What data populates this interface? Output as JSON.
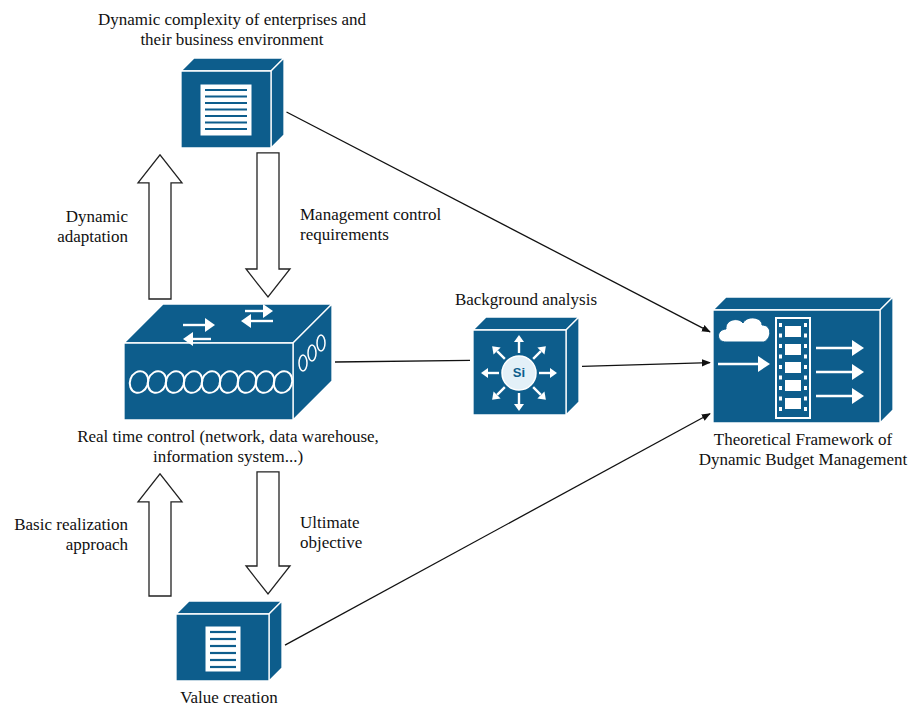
{
  "diagram": {
    "nodes": [
      {
        "text": [
          "Dynamic complexity of enterprises and their business environment"
        ]
      },
      {
        "text": [
          "Real time control (network, data warehouse, information system...)"
        ]
      },
      {
        "text": [
          "Background analysis",
          "Si"
        ]
      },
      {
        "text": [
          "Theoretical Framework of Dynamic Budget Management"
        ]
      },
      {
        "text": [
          "Value creation"
        ]
      }
    ],
    "edges": [
      {
        "from": 0,
        "to": 1,
        "label": "Management control requirements",
        "arrow": "to"
      },
      {
        "from": 1,
        "to": 0,
        "label": "Dynamic adaptation",
        "arrow": "to"
      },
      {
        "from": 1,
        "to": 4,
        "label": "Ultimate objective",
        "arrow": "to"
      },
      {
        "from": 4,
        "to": 1,
        "label": "Basic realization approach",
        "arrow": "to"
      },
      {
        "from": 0,
        "to": 3,
        "arrow": "to"
      },
      {
        "from": 1,
        "to": 2,
        "arrow": "none"
      },
      {
        "from": 2,
        "to": 3,
        "arrow": "to"
      },
      {
        "from": 4,
        "to": 3,
        "arrow": "to"
      }
    ]
  }
}
